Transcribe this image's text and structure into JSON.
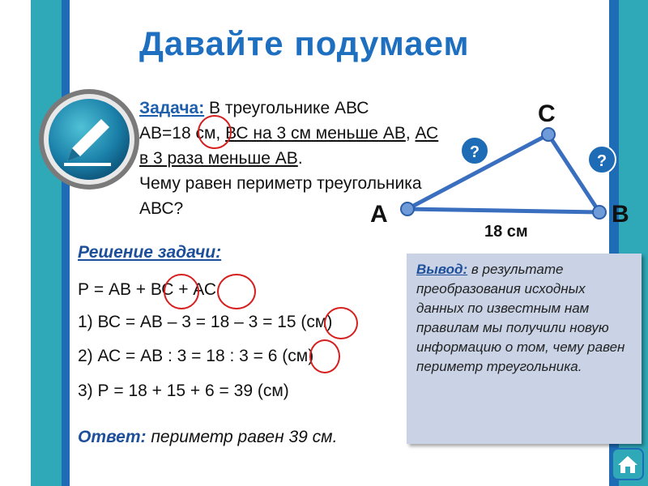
{
  "title": "Давайте подумаем",
  "problem": {
    "label": "Задача:",
    "text_1": " В треугольнике АВС",
    "ab_prefix": "АВ=",
    "ab_value": "18",
    "ab_unit": " см, ",
    "bc_text": "ВС на 3 см меньше АВ",
    "sep": ", ",
    "ac_text": "АС в 3 раза меньше АВ",
    "end": ".",
    "question": "Чему равен периметр треугольника АВС?"
  },
  "triangle": {
    "vertex_a": "А",
    "vertex_b": "В",
    "vertex_c": "С",
    "side_ab": "18 см",
    "q_ac": "?",
    "q_bc": "?",
    "line_color": "#3a6fc0",
    "badge_color": "#1d6cb5"
  },
  "solution": {
    "title": "Решение задачи:",
    "formula": "Р = АВ + ВС + АС",
    "step1": "1) ВС = АВ – 3 = 18 – 3 = 15 (см)",
    "step2": "2) АС = АВ : 3 = 18 : 3 = 6 (см)",
    "step3": "3) Р = 18 + 15 + 6 = 39 (см)"
  },
  "answer": {
    "label": "Ответ:",
    "text": " периметр равен 39 см."
  },
  "conclusion": {
    "label": "Вывод:",
    "text": " в результате преобразования исходных данных по известным нам правилам мы получили новую информацию о том, чему равен периметр треугольника."
  },
  "colors": {
    "accent": "#1e6fc0",
    "teal": "#2fa8b8",
    "highlight": "#d62020",
    "conclusion_bg": "#c9d3e5"
  },
  "icons": [
    "pencil-icon",
    "home-icon"
  ]
}
